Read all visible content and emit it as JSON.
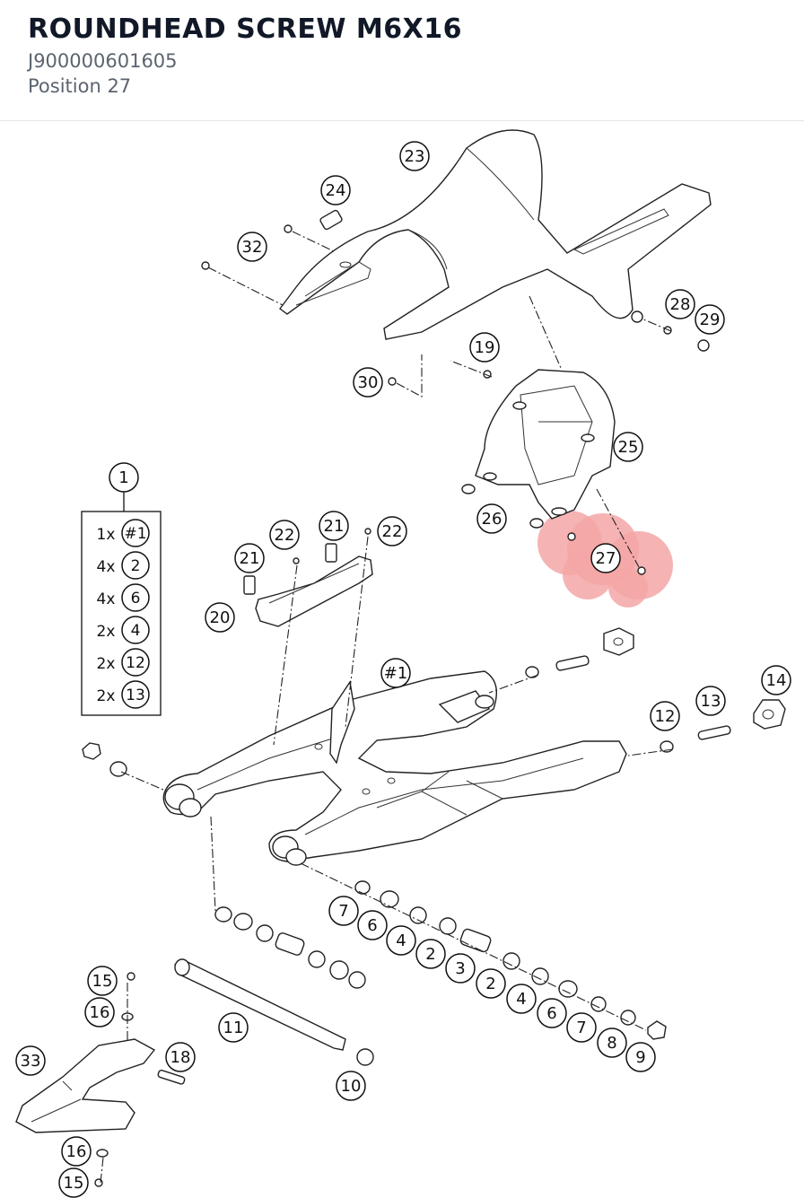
{
  "header": {
    "title": "ROUNDHEAD SCREW M6X16",
    "part_number": "J900000601605",
    "position_text": "Position 27"
  },
  "diagram": {
    "highlighted_callout": "27",
    "highlight_color": "#f4a6a6",
    "kit": {
      "callout": "1",
      "items": [
        {
          "qty": "1x",
          "ref": "#1"
        },
        {
          "qty": "4x",
          "ref": "2"
        },
        {
          "qty": "4x",
          "ref": "6"
        },
        {
          "qty": "2x",
          "ref": "4"
        },
        {
          "qty": "2x",
          "ref": "12"
        },
        {
          "qty": "2x",
          "ref": "13"
        }
      ]
    },
    "callouts": [
      "23",
      "24",
      "32",
      "28",
      "29",
      "19",
      "30",
      "25",
      "26",
      "27",
      "22",
      "21",
      "21",
      "22",
      "20",
      "#1",
      "14",
      "13",
      "12",
      "7",
      "6",
      "4",
      "2",
      "3",
      "2",
      "4",
      "6",
      "7",
      "8",
      "9",
      "15",
      "16",
      "11",
      "18",
      "33",
      "10",
      "16",
      "15"
    ]
  }
}
